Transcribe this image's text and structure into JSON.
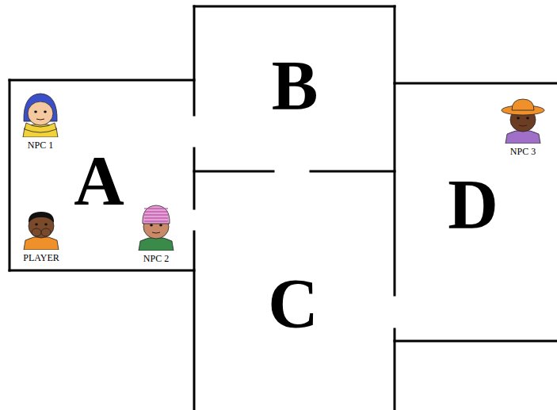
{
  "diagram": {
    "nodes": [
      {
        "text": [
          "A"
        ]
      },
      {
        "text": [
          "NPC 1"
        ],
        "in": 0
      },
      {
        "text": [
          "PLAYER"
        ],
        "in": 0
      },
      {
        "text": [
          "NPC 2"
        ],
        "in": 0
      },
      {
        "text": [
          "B"
        ]
      },
      {
        "text": [
          "C"
        ]
      },
      {
        "text": [
          "D"
        ]
      },
      {
        "text": [
          "NPC 3"
        ],
        "in": 6
      }
    ]
  }
}
